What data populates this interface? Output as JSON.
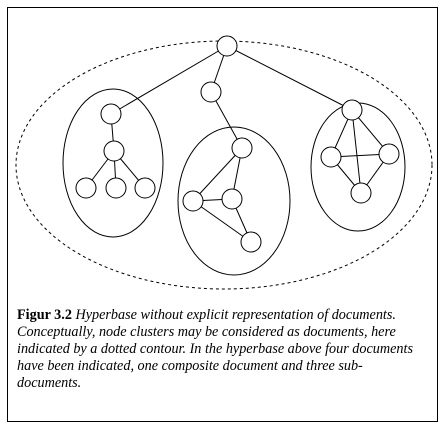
{
  "figure": {
    "label": "Figur 3.2",
    "caption": "Hyperbase without explicit representation of documents. Conceptually, node clusters may be considered as documents, here indicated by a dotted contour. In the hyperbase above four documents have been indicated, one composite document and three sub-documents."
  },
  "diagram": {
    "outer_contour": "dotted",
    "clusters": 3,
    "colors": {
      "stroke": "#000000",
      "fill": "#ffffff"
    }
  }
}
